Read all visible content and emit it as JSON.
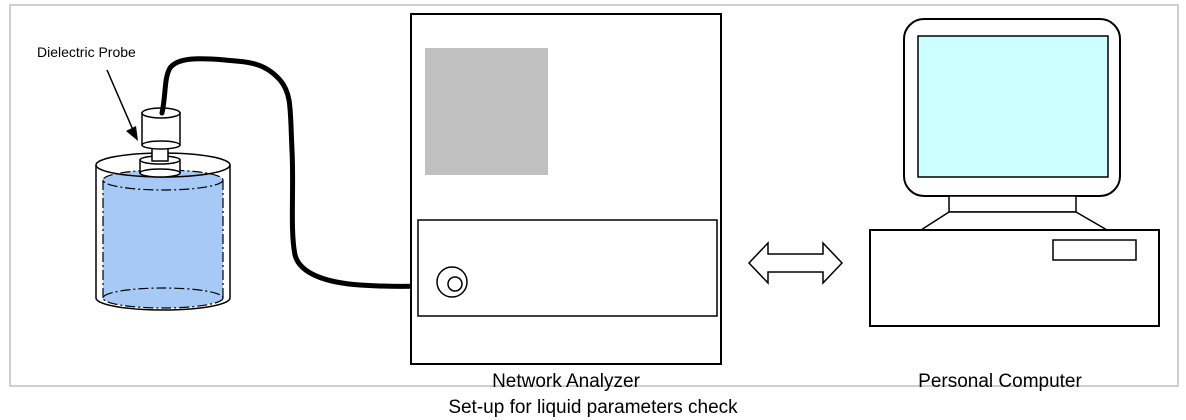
{
  "labels": {
    "probe": "Dielectric Probe",
    "network_analyzer": "Network Analyzer",
    "computer": "Personal Computer",
    "caption": "Set-up for liquid parameters check"
  },
  "colors": {
    "liquid": "#a6c9f5",
    "screen": "#ccffff",
    "analyzer_display": "#c0c0c0",
    "frame": "#bfbfbf",
    "line": "#000000"
  }
}
